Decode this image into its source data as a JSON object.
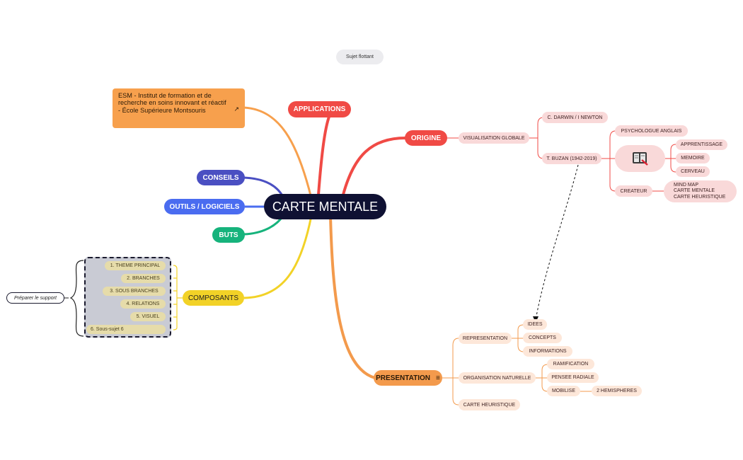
{
  "floating": "Sujet flottant",
  "central": "CARTE MENTALE",
  "branches": {
    "applications": "APPLICATIONS",
    "conseils": "CONSEILS",
    "outils": "OUTILS / LOGICIELS",
    "buts": "BUTS",
    "composants": "COMPOSANTS",
    "origine": "ORIGINE",
    "presentation": "PRESENTATION"
  },
  "esm_link": "ESM - Institut de formation et de recherche en soins innovant et réactif - École Supérieure Montsouris",
  "composants_items": [
    "1.  THEME PRINCIPAL",
    "2.  BRANCHES",
    "3.  SOUS BRANCHES",
    "4.  RELATIONS",
    "5.  VISUEL",
    "6.  Sous-sujet 6"
  ],
  "callout": "Préparer le support",
  "origine": {
    "visualisation": "VISUALISATION GLOBALE",
    "darwin": "C. DARWIN / I NEWTON",
    "buzan": "T. BUZAN (1942-2019)",
    "psychologue": "PSYCHOLOGUE ANGLAIS",
    "apprentissage": "APPRENTISSAGE",
    "memoire": "MEMOIRE",
    "cerveau": "CERVEAU",
    "createur": "CREATEUR",
    "mindmap": [
      "MIND MAP",
      "CARTE MENTALE",
      "CARTE HEURISTIQUE"
    ]
  },
  "presentation": {
    "representation": "REPRESENTATION",
    "idees": "IDEES",
    "concepts": "CONCEPTS",
    "informations": "INFORMATIONS",
    "organisation": "ORGANISATION NATURELLE",
    "ramification": "RAMIFICATION",
    "pensee": "PENSEE RADIALE",
    "mobilise": "MOBILISE",
    "hemispheres": "2 HEMISPHERES",
    "carte_heuristique": "CARTE HEURISTIQUE"
  },
  "colors": {
    "central": "#0f1133",
    "applications": "#f04a45",
    "origine": "#f04a45",
    "conseils": "#4a4fc2",
    "outils": "#4a6cf0",
    "buts": "#16b37c",
    "composants": "#f2d227",
    "presentation": "#f39a4c",
    "esm": "#f7a04d"
  }
}
